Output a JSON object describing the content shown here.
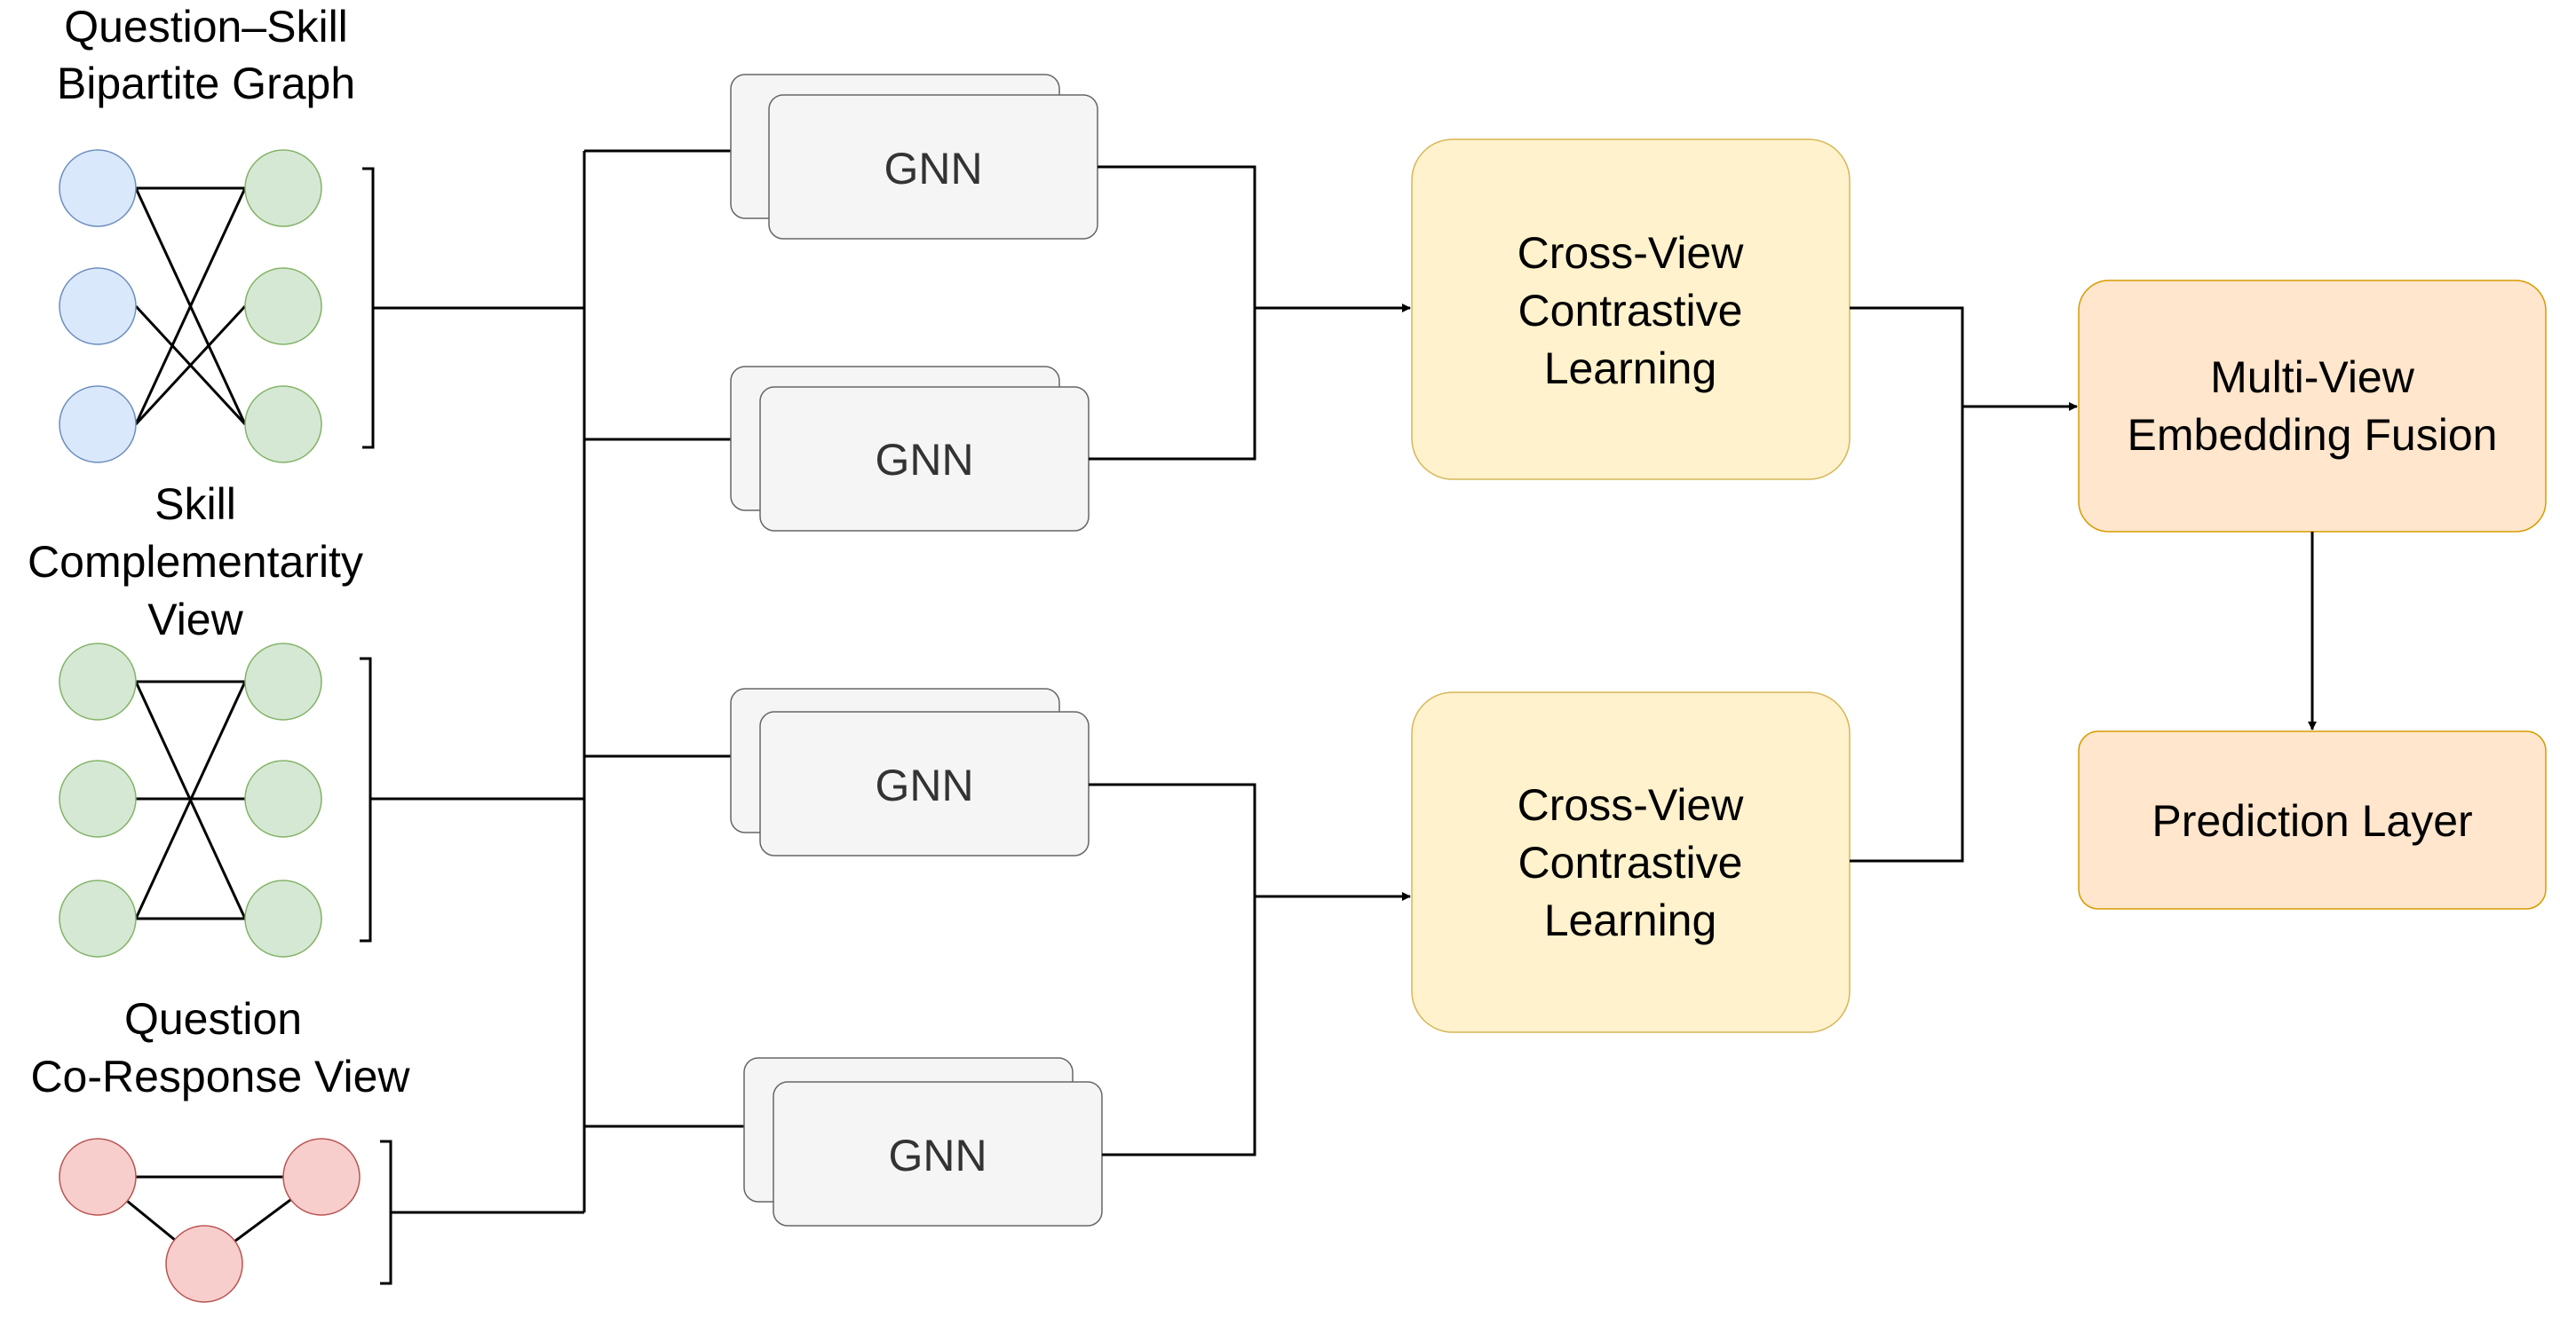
{
  "labels": {
    "bipartite_line1": "Question–Skill",
    "bipartite_line2": "Bipartite Graph",
    "complementarity_line1": "Skill",
    "complementarity_line2": "Complementarity",
    "complementarity_line3": "View",
    "coresponse_line1": "Question",
    "coresponse_line2": "Co-Response View"
  },
  "gnn_blocks": [
    "GNN",
    "GNN",
    "GNN",
    "GNN"
  ],
  "contrastive_top": {
    "line1": "Cross-View",
    "line2": "Contrastive",
    "line3": "Learning"
  },
  "contrastive_bottom": {
    "line1": "Cross-View",
    "line2": "Contrastive",
    "line3": "Learning"
  },
  "fusion": {
    "line1": "Multi-View",
    "line2": "Embedding Fusion"
  },
  "prediction": {
    "label": "Prediction Layer"
  },
  "colors": {
    "question_node_fill": "#dae8fc",
    "question_node_stroke": "#6c8ebf",
    "skill_node_fill": "#d5e8d4",
    "skill_node_stroke": "#82b366",
    "coresponse_node_fill": "#f8cecc",
    "coresponse_node_stroke": "#b85450",
    "gnn_fill": "#f5f5f5",
    "gnn_stroke": "#666666",
    "contrastive_fill": "#fff2cc",
    "contrastive_stroke": "#d6b656",
    "fusion_fill": "#ffe6cc",
    "fusion_stroke": "#d79b00"
  }
}
